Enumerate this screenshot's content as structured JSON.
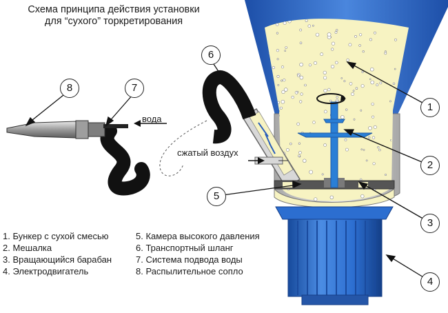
{
  "title": {
    "line1": "Схема принципа действия установки",
    "line2": "для  “сухого” торкретирования"
  },
  "labels": {
    "water": "вода",
    "air": "сжатый воздух"
  },
  "callouts": [
    "1",
    "2",
    "3",
    "4",
    "5",
    "6",
    "7",
    "8"
  ],
  "legend": {
    "left": [
      "1. Бункер с сухой смесью",
      "2. Мешалка",
      "3. Вращающийся барабан",
      "4. Электродвигатель"
    ],
    "right": [
      "5. Камера высокого давления",
      "6. Транспортный шланг",
      "7. Система подвода воды",
      "8. Распылительное сопло"
    ]
  },
  "colors": {
    "hopper": "#2f66c9",
    "mix": "#f7f3c2",
    "machine": "#dcdcdc",
    "motor": "#2c6ed0",
    "hose": "#111111",
    "shaft": "#2a7fd6"
  }
}
